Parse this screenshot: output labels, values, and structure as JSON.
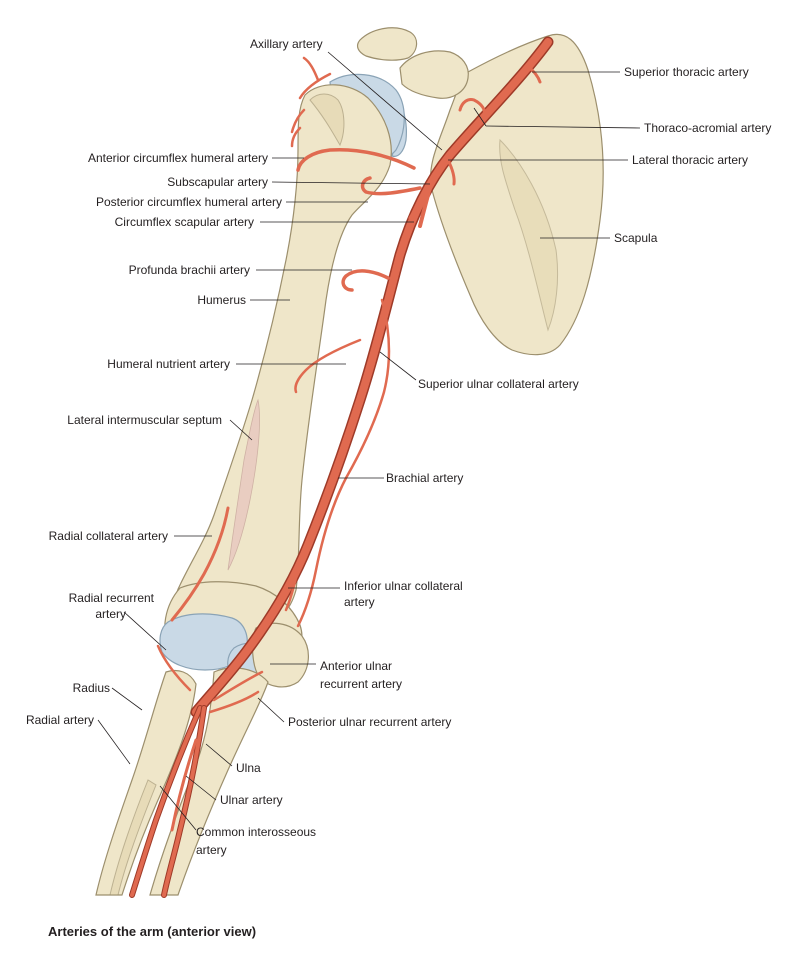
{
  "caption": "Arteries of the arm (anterior view)",
  "labels": {
    "axillary": "Axillary artery",
    "superior_thoracic": "Superior thoracic artery",
    "thoraco_acromial": "Thoraco-acromial artery",
    "lateral_thoracic": "Lateral thoracic artery",
    "scapula": "Scapula",
    "anterior_circumflex": "Anterior circumflex humeral artery",
    "subscapular": "Subscapular artery",
    "posterior_circumflex": "Posterior circumflex humeral artery",
    "circumflex_scapular": "Circumflex scapular artery",
    "profunda_brachii": "Profunda brachii artery",
    "humerus": "Humerus",
    "humeral_nutrient": "Humeral nutrient artery",
    "superior_ulnar_collateral": "Superior ulnar collateral artery",
    "lateral_intermuscular_septum": "Lateral intermuscular septum",
    "brachial": "Brachial artery",
    "radial_collateral": "Radial collateral artery",
    "inferior_ulnar_collateral_1": "Inferior ulnar collateral",
    "inferior_ulnar_collateral_2": "artery",
    "radial_recurrent_1": "Radial recurrent",
    "radial_recurrent_2": "artery",
    "anterior_ulnar_recurrent_1": "Anterior ulnar",
    "anterior_ulnar_recurrent_2": "recurrent artery",
    "radius": "Radius",
    "posterior_ulnar_recurrent": "Posterior ulnar recurrent artery",
    "radial_artery": "Radial artery",
    "ulna": "Ulna",
    "ulnar_artery": "Ulnar artery",
    "common_interosseous_1": "Common interosseous",
    "common_interosseous_2": "artery"
  }
}
